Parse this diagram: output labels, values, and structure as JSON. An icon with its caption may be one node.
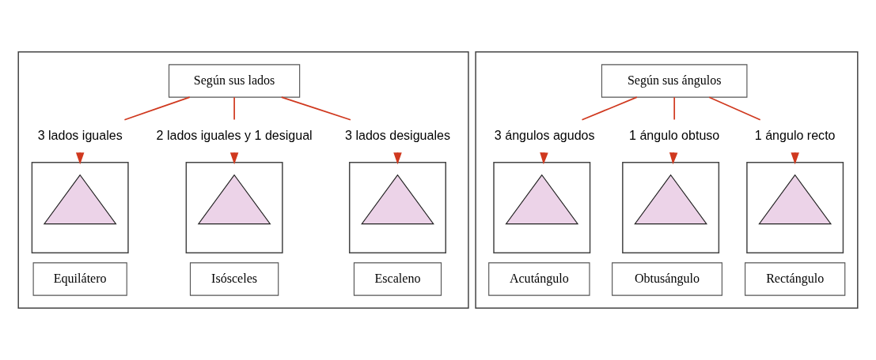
{
  "diagram": {
    "nodes": [
      {
        "text": [],
        "shape": "box"
      },
      {
        "text": [
          "Según sus lados"
        ],
        "in": 0
      },
      {
        "text": [
          "3 lados iguales"
        ],
        "in": 0
      },
      {
        "text": [
          "2 lados iguales y 1 desigual"
        ],
        "in": 0
      },
      {
        "text": [
          "3 lados desiguales"
        ],
        "in": 0
      },
      {
        "text": [],
        "shape": "box",
        "in": 0
      },
      {
        "text": [],
        "shape": "triangle",
        "in": 5
      },
      {
        "text": [],
        "shape": "box",
        "in": 0
      },
      {
        "text": [],
        "shape": "triangle",
        "in": 7
      },
      {
        "text": [],
        "shape": "box",
        "in": 0
      },
      {
        "text": [],
        "shape": "triangle",
        "in": 9
      },
      {
        "text": [
          "Equilátero"
        ],
        "in": 0
      },
      {
        "text": [
          "Isósceles"
        ],
        "in": 0
      },
      {
        "text": [
          "Escaleno"
        ],
        "in": 0
      },
      {
        "text": [],
        "shape": "box"
      },
      {
        "text": [
          "Según sus ángulos"
        ],
        "in": 14
      },
      {
        "text": [
          "3 ángulos agudos"
        ],
        "in": 14
      },
      {
        "text": [
          "1 ángulo obtuso"
        ],
        "in": 14
      },
      {
        "text": [
          "1 ángulo recto"
        ],
        "in": 14
      },
      {
        "text": [],
        "shape": "box",
        "in": 14
      },
      {
        "text": [],
        "shape": "triangle",
        "in": 19
      },
      {
        "text": [],
        "shape": "box",
        "in": 14
      },
      {
        "text": [],
        "shape": "triangle",
        "in": 21
      },
      {
        "text": [],
        "shape": "box",
        "in": 14
      },
      {
        "text": [],
        "shape": "triangle",
        "in": 23
      },
      {
        "text": [
          "Acutángulo"
        ],
        "in": 14
      },
      {
        "text": [
          "Obtusángulo"
        ],
        "in": 14
      },
      {
        "text": [
          "Rectángulo"
        ],
        "in": 14
      }
    ],
    "edges": [
      {
        "from": 1,
        "to": 2,
        "arrow": "none"
      },
      {
        "from": 1,
        "to": 3,
        "arrow": "none"
      },
      {
        "from": 1,
        "to": 4,
        "arrow": "none"
      },
      {
        "from": 2,
        "to": 5,
        "arrow": "to"
      },
      {
        "from": 3,
        "to": 7,
        "arrow": "to"
      },
      {
        "from": 4,
        "to": 9,
        "arrow": "to"
      },
      {
        "from": 15,
        "to": 16,
        "arrow": "none"
      },
      {
        "from": 15,
        "to": 17,
        "arrow": "none"
      },
      {
        "from": 15,
        "to": 18,
        "arrow": "none"
      },
      {
        "from": 16,
        "to": 19,
        "arrow": "to"
      },
      {
        "from": 17,
        "to": 21,
        "arrow": "to"
      },
      {
        "from": 18,
        "to": 23,
        "arrow": "to"
      }
    ]
  }
}
